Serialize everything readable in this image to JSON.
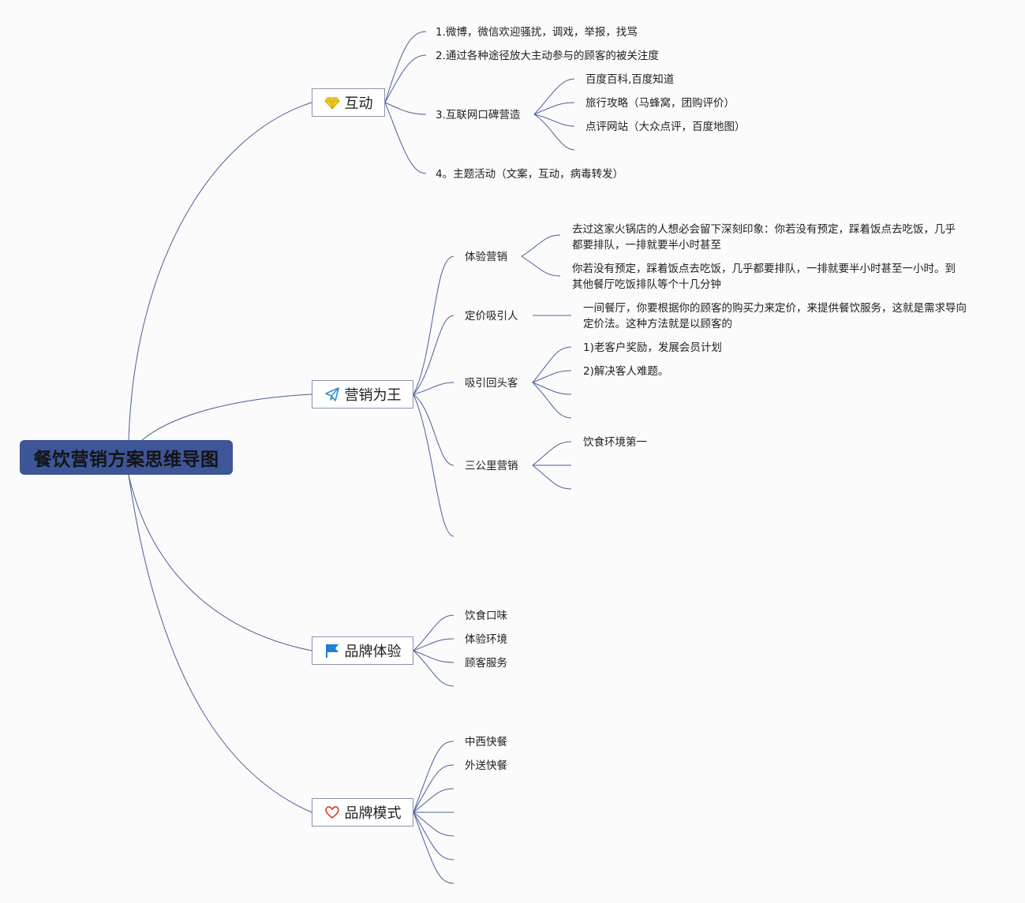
{
  "root": {
    "label": "餐饮营销方案思维导图"
  },
  "branches": [
    {
      "label": "互动",
      "icon": "gem-icon",
      "children": [
        {
          "label": "1.微博，微信欢迎骚扰，调戏，举报，找骂"
        },
        {
          "label": "2.通过各种途径放大主动参与的顾客的被关注度"
        },
        {
          "label": "3.互联网口碑营造",
          "children": [
            "百度百科,百度知道",
            "旅行攻略（马蜂窝，团购评价）",
            "点评网站（大众点评，百度地图）"
          ]
        },
        {
          "label": "4。主题活动（文案，互动，病毒转发）"
        }
      ]
    },
    {
      "label": "营销为王",
      "icon": "paper-plane-icon",
      "children": [
        {
          "label": "体验营销",
          "children": [
            "去过这家火锅店的人想必会留下深刻印象：你若没有预定，踩着饭点去吃饭，几乎都要排队，一排就要半小时甚至",
            "你若没有预定，踩着饭点去吃饭，几乎都要排队，一排就要半小时甚至一小时。到其他餐厅吃饭排队等个十几分钟"
          ]
        },
        {
          "label": "定价吸引人",
          "children": [
            "一间餐厅，你要根据你的顾客的购买力来定价，来提供餐饮服务，这就是需求导向定价法。这种方法就是以顾客的"
          ]
        },
        {
          "label": "吸引回头客",
          "children": [
            "1)老客户奖励，发展会员计划",
            "2)解决客人难题。",
            "",
            ""
          ]
        },
        {
          "label": "三公里营销",
          "children": [
            "饮食环境第一",
            "",
            ""
          ]
        },
        {
          "label": ""
        }
      ]
    },
    {
      "label": "品牌体验",
      "icon": "flag-icon",
      "children": [
        {
          "label": "饮食口味"
        },
        {
          "label": "体验环境"
        },
        {
          "label": "顾客服务"
        },
        {
          "label": ""
        }
      ]
    },
    {
      "label": "品牌模式",
      "icon": "heart-icon",
      "children": [
        {
          "label": "中西快餐"
        },
        {
          "label": "外送快餐"
        },
        {
          "label": ""
        },
        {
          "label": ""
        },
        {
          "label": ""
        },
        {
          "label": ""
        },
        {
          "label": ""
        }
      ]
    }
  ],
  "colors": {
    "root_fill": "#3e5597",
    "connector": "#4a5f95",
    "branch_border": "#8a93b3",
    "gem": "#f2cf1f",
    "plane": "#2f8fd8",
    "flag": "#1f7fd6",
    "heart": "#d83b3b"
  }
}
